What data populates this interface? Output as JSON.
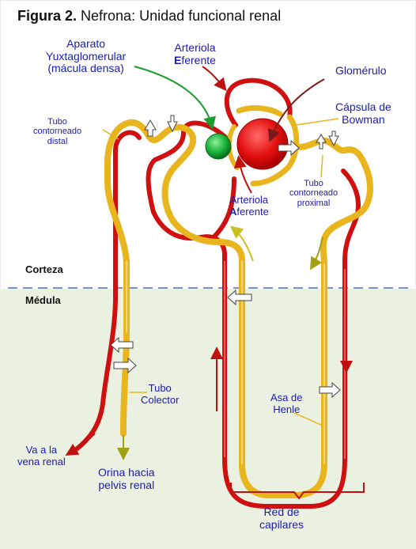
{
  "title": {
    "bold": "Figura 2.",
    "text": "Nefrona: Unidad funcional renal"
  },
  "zones": {
    "cortex": "Corteza",
    "medulla": "Médula"
  },
  "labels": {
    "aparato": "Aparato\nYuxtaglomerular\n(mácula densa)",
    "eferente_1": "Arteriola",
    "eferente_initial": "E",
    "eferente_rest": "ferente",
    "glomerulo": "Glomérulo",
    "capsula": "Cápsula de\nBowman",
    "tubo_distal": "Tubo\ncontorneado\ndistal",
    "aferente_1": "Arteriola",
    "aferente_initial": "A",
    "aferente_rest": "ferente",
    "tubo_proximal": "Tubo\ncontorneado\nproximal",
    "tubo_colector": "Tubo\nColector",
    "asa_henle": "Asa de\nHenle",
    "vena_renal": "Va a la\nvena renal",
    "orina": "Orina hacia\npelvis renal",
    "red_capilares": "Red de\ncapilares"
  },
  "colors": {
    "tubule": "#e8b51f",
    "vessel": "#d01010",
    "glomerulus": "#e31010",
    "macula_densa": "#1ab23a",
    "cortex_bg": "#ffffff",
    "medulla_bg": "#eaf1e1",
    "label_text": "#1a1ab8",
    "divider": "#4a6fb5"
  }
}
